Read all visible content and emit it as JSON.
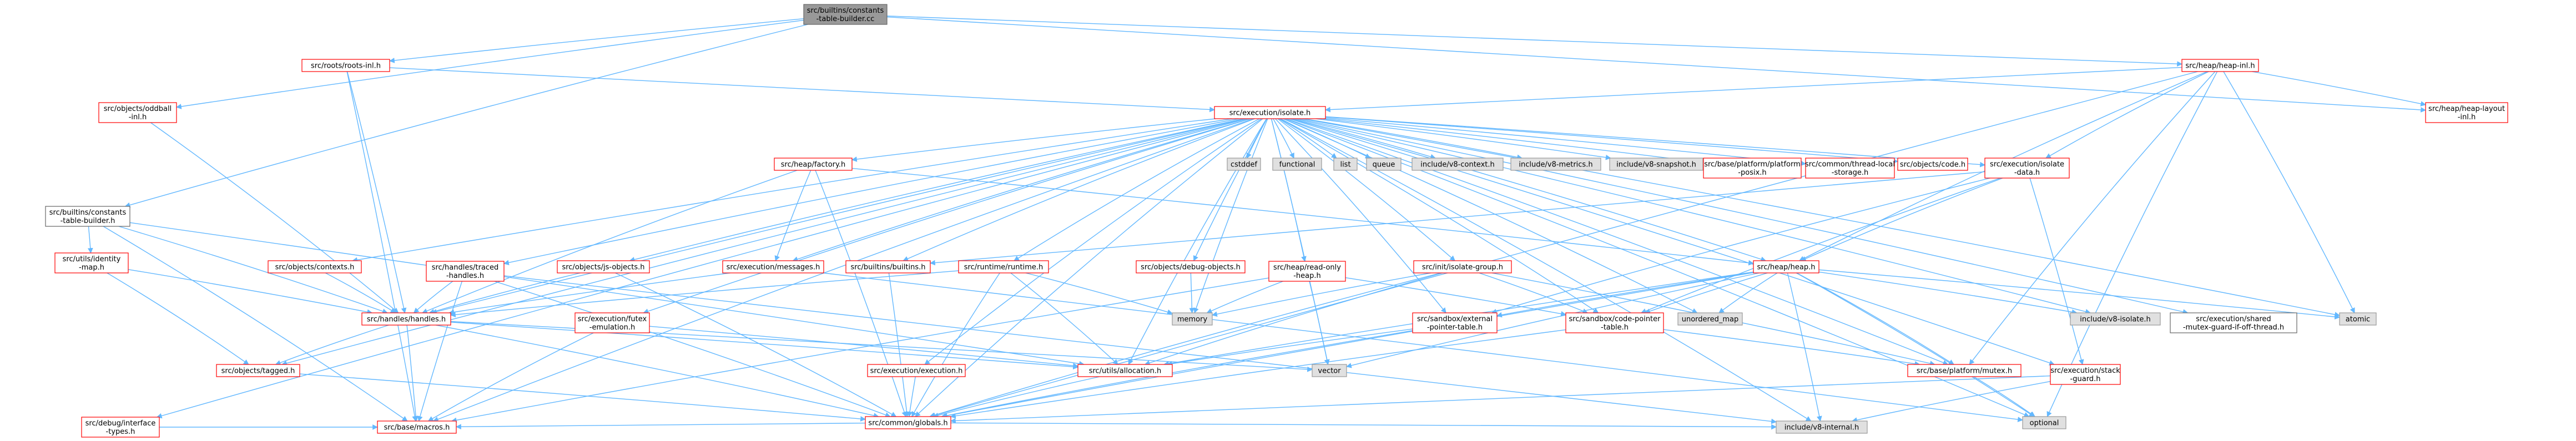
{
  "colors": {
    "edge": "#63b8ff",
    "root_fill": "#999999",
    "root_stroke": "#666666",
    "doc_stroke": "#ff0000",
    "plain_stroke": "#666666",
    "system_fill": "#e0e0e0",
    "system_stroke": "#999999",
    "background": "#ffffff"
  },
  "nodes": [
    {
      "id": "root",
      "style": "root",
      "lines": [
        "src/builtins/constants",
        "-table-builder.cc"
      ]
    },
    {
      "id": "roots_inl",
      "style": "doc",
      "lines": [
        "src/roots/roots-inl.h"
      ]
    },
    {
      "id": "heap_inl",
      "style": "doc",
      "lines": [
        "src/heap/heap-inl.h"
      ]
    },
    {
      "id": "oddball_inl",
      "style": "doc",
      "lines": [
        "src/objects/oddball",
        "-inl.h"
      ]
    },
    {
      "id": "heap_layout_inl",
      "style": "doc",
      "lines": [
        "src/heap/heap-layout",
        "-inl.h"
      ]
    },
    {
      "id": "isolate_h",
      "style": "doc",
      "lines": [
        "src/execution/isolate.h"
      ]
    },
    {
      "id": "ctb_h",
      "style": "plain",
      "lines": [
        "src/builtins/constants",
        "-table-builder.h"
      ]
    },
    {
      "id": "cstddef",
      "style": "system",
      "lines": [
        "cstddef"
      ]
    },
    {
      "id": "functional",
      "style": "system",
      "lines": [
        "functional"
      ]
    },
    {
      "id": "list",
      "style": "system",
      "lines": [
        "list"
      ]
    },
    {
      "id": "queue",
      "style": "system",
      "lines": [
        "queue"
      ]
    },
    {
      "id": "v8_context",
      "style": "system",
      "lines": [
        "include/v8-context.h"
      ]
    },
    {
      "id": "v8_metrics",
      "style": "system",
      "lines": [
        "include/v8-metrics.h"
      ]
    },
    {
      "id": "v8_snapshot",
      "style": "system",
      "lines": [
        "include/v8-snapshot.h"
      ]
    },
    {
      "id": "platform_posix",
      "style": "doc",
      "lines": [
        "src/base/platform/platform",
        "-posix.h"
      ]
    },
    {
      "id": "thread_local",
      "style": "doc",
      "lines": [
        "src/common/thread-local",
        "-storage.h"
      ]
    },
    {
      "id": "code_h",
      "style": "doc",
      "lines": [
        "src/objects/code.h"
      ]
    },
    {
      "id": "isolate_data",
      "style": "doc",
      "lines": [
        "src/execution/isolate",
        "-data.h"
      ]
    },
    {
      "id": "heap_factory",
      "style": "doc",
      "lines": [
        "src/heap/factory.h"
      ]
    },
    {
      "id": "identity_map",
      "style": "doc",
      "lines": [
        "src/utils/identity",
        "-map.h"
      ]
    },
    {
      "id": "contexts_h",
      "style": "doc",
      "lines": [
        "src/objects/contexts.h"
      ]
    },
    {
      "id": "traced_handles",
      "style": "doc",
      "lines": [
        "src/handles/traced",
        "-handles.h"
      ]
    },
    {
      "id": "js_objects",
      "style": "doc",
      "lines": [
        "src/objects/js-objects.h"
      ]
    },
    {
      "id": "messages_h",
      "style": "doc",
      "lines": [
        "src/execution/messages.h"
      ]
    },
    {
      "id": "builtins_h",
      "style": "doc",
      "lines": [
        "src/builtins/builtins.h"
      ]
    },
    {
      "id": "runtime_h",
      "style": "doc",
      "lines": [
        "src/runtime/runtime.h"
      ]
    },
    {
      "id": "debug_objects",
      "style": "doc",
      "lines": [
        "src/objects/debug-objects.h"
      ]
    },
    {
      "id": "read_only_heap",
      "style": "doc",
      "lines": [
        "src/heap/read-only",
        "-heap.h"
      ]
    },
    {
      "id": "isolate_group",
      "style": "doc",
      "lines": [
        "src/init/isolate-group.h"
      ]
    },
    {
      "id": "heap_h",
      "style": "doc",
      "lines": [
        "src/heap/heap.h"
      ]
    },
    {
      "id": "handles_h",
      "style": "doc",
      "lines": [
        "src/handles/handles.h"
      ]
    },
    {
      "id": "futex_emulation",
      "style": "doc",
      "lines": [
        "src/execution/futex",
        "-emulation.h"
      ]
    },
    {
      "id": "memory",
      "style": "system",
      "lines": [
        "memory"
      ]
    },
    {
      "id": "external_pointer",
      "style": "doc",
      "lines": [
        "src/sandbox/external",
        "-pointer-table.h"
      ]
    },
    {
      "id": "code_pointer",
      "style": "doc",
      "lines": [
        "src/sandbox/code-pointer",
        "-table.h"
      ]
    },
    {
      "id": "unordered_map",
      "style": "system",
      "lines": [
        "unordered_map"
      ]
    },
    {
      "id": "v8_isolate",
      "style": "system",
      "lines": [
        "include/v8-isolate.h"
      ]
    },
    {
      "id": "shared_mutex",
      "style": "plain",
      "lines": [
        "src/execution/shared",
        "-mutex-guard-if-off-thread.h"
      ]
    },
    {
      "id": "atomic",
      "style": "system",
      "lines": [
        "atomic"
      ]
    },
    {
      "id": "tagged_h",
      "style": "doc",
      "lines": [
        "src/objects/tagged.h"
      ]
    },
    {
      "id": "vector",
      "style": "system",
      "lines": [
        "vector"
      ]
    },
    {
      "id": "allocation_h",
      "style": "doc",
      "lines": [
        "src/utils/allocation.h"
      ]
    },
    {
      "id": "execution_h",
      "style": "doc",
      "lines": [
        "src/execution/execution.h"
      ]
    },
    {
      "id": "mutex_h",
      "style": "doc",
      "lines": [
        "src/base/platform/mutex.h"
      ]
    },
    {
      "id": "stack_guard",
      "style": "doc",
      "lines": [
        "src/execution/stack",
        "-guard.h"
      ]
    },
    {
      "id": "debug_interface",
      "style": "doc",
      "lines": [
        "src/debug/interface",
        "-types.h"
      ]
    },
    {
      "id": "globals_h",
      "style": "doc",
      "lines": [
        "src/common/globals.h"
      ]
    },
    {
      "id": "optional",
      "style": "system",
      "lines": [
        "optional"
      ]
    },
    {
      "id": "macros_h",
      "style": "doc",
      "lines": [
        "src/base/macros.h"
      ]
    },
    {
      "id": "v8_internal",
      "style": "system",
      "lines": [
        "include/v8-internal.h"
      ]
    }
  ],
  "edges": [
    [
      "root",
      "roots_inl"
    ],
    [
      "root",
      "heap_inl"
    ],
    [
      "root",
      "oddball_inl"
    ],
    [
      "root",
      "heap_layout_inl"
    ],
    [
      "root",
      "ctb_h"
    ],
    [
      "roots_inl",
      "isolate_h"
    ],
    [
      "roots_inl",
      "handles_h"
    ],
    [
      "roots_inl",
      "macros_h"
    ],
    [
      "heap_inl",
      "isolate_h"
    ],
    [
      "heap_inl",
      "heap_layout_inl"
    ],
    [
      "heap_inl",
      "isolate_data"
    ],
    [
      "heap_inl",
      "heap_h"
    ],
    [
      "heap_inl",
      "atomic"
    ],
    [
      "heap_inl",
      "optional"
    ],
    [
      "heap_inl",
      "mutex_h"
    ],
    [
      "heap_inl",
      "globals_h"
    ],
    [
      "oddball_inl",
      "handles_h"
    ],
    [
      "isolate_h",
      "cstddef"
    ],
    [
      "isolate_h",
      "functional"
    ],
    [
      "isolate_h",
      "list"
    ],
    [
      "isolate_h",
      "queue"
    ],
    [
      "isolate_h",
      "v8_context"
    ],
    [
      "isolate_h",
      "v8_metrics"
    ],
    [
      "isolate_h",
      "v8_snapshot"
    ],
    [
      "isolate_h",
      "platform_posix"
    ],
    [
      "isolate_h",
      "thread_local"
    ],
    [
      "isolate_h",
      "code_h"
    ],
    [
      "isolate_h",
      "isolate_data"
    ],
    [
      "isolate_h",
      "heap_factory"
    ],
    [
      "isolate_h",
      "contexts_h"
    ],
    [
      "isolate_h",
      "traced_handles"
    ],
    [
      "isolate_h",
      "js_objects"
    ],
    [
      "isolate_h",
      "messages_h"
    ],
    [
      "isolate_h",
      "builtins_h"
    ],
    [
      "isolate_h",
      "runtime_h"
    ],
    [
      "isolate_h",
      "debug_objects"
    ],
    [
      "isolate_h",
      "read_only_heap"
    ],
    [
      "isolate_h",
      "isolate_group"
    ],
    [
      "isolate_h",
      "heap_h"
    ],
    [
      "isolate_h",
      "handles_h"
    ],
    [
      "isolate_h",
      "futex_emulation"
    ],
    [
      "isolate_h",
      "execution_h"
    ],
    [
      "isolate_h",
      "allocation_h"
    ],
    [
      "isolate_h",
      "globals_h"
    ],
    [
      "isolate_h",
      "v8_isolate"
    ],
    [
      "isolate_h",
      "shared_mutex"
    ],
    [
      "isolate_h",
      "stack_guard"
    ],
    [
      "isolate_h",
      "mutex_h"
    ],
    [
      "isolate_h",
      "atomic"
    ],
    [
      "isolate_h",
      "memory"
    ],
    [
      "isolate_h",
      "unordered_map"
    ],
    [
      "isolate_h",
      "vector"
    ],
    [
      "isolate_h",
      "optional"
    ],
    [
      "isolate_h",
      "tagged_h"
    ],
    [
      "isolate_h",
      "debug_interface"
    ],
    [
      "isolate_h",
      "v8_internal"
    ],
    [
      "isolate_h",
      "macros_h"
    ],
    [
      "isolate_h",
      "code_pointer"
    ],
    [
      "isolate_h",
      "external_pointer"
    ],
    [
      "ctb_h",
      "identity_map"
    ],
    [
      "ctb_h",
      "handles_h"
    ],
    [
      "ctb_h",
      "allocation_h"
    ],
    [
      "ctb_h",
      "macros_h"
    ],
    [
      "isolate_data",
      "builtins_h"
    ],
    [
      "isolate_data",
      "heap_h"
    ],
    [
      "isolate_data",
      "stack_guard"
    ],
    [
      "isolate_data",
      "code_pointer"
    ],
    [
      "isolate_data",
      "external_pointer"
    ],
    [
      "heap_factory",
      "handles_h"
    ],
    [
      "heap_factory",
      "messages_h"
    ],
    [
      "heap_factory",
      "heap_h"
    ],
    [
      "heap_factory",
      "globals_h"
    ],
    [
      "identity_map",
      "handles_h"
    ],
    [
      "identity_map",
      "tagged_h"
    ],
    [
      "contexts_h",
      "handles_h"
    ],
    [
      "traced_handles",
      "handles_h"
    ],
    [
      "traced_handles",
      "globals_h"
    ],
    [
      "traced_handles",
      "macros_h"
    ],
    [
      "traced_handles",
      "v8_internal"
    ],
    [
      "js_objects",
      "handles_h"
    ],
    [
      "js_objects",
      "globals_h"
    ],
    [
      "messages_h",
      "handles_h"
    ],
    [
      "messages_h",
      "optional"
    ],
    [
      "builtins_h",
      "globals_h"
    ],
    [
      "runtime_h",
      "handles_h"
    ],
    [
      "runtime_h",
      "allocation_h"
    ],
    [
      "runtime_h",
      "memory"
    ],
    [
      "runtime_h",
      "globals_h"
    ],
    [
      "debug_objects",
      "memory"
    ],
    [
      "read_only_heap",
      "memory"
    ],
    [
      "read_only_heap",
      "vector"
    ],
    [
      "read_only_heap",
      "code_pointer"
    ],
    [
      "read_only_heap",
      "macros_h"
    ],
    [
      "isolate_group",
      "memory"
    ],
    [
      "isolate_group",
      "code_pointer"
    ],
    [
      "isolate_group",
      "mutex_h"
    ],
    [
      "isolate_group",
      "allocation_h"
    ],
    [
      "isolate_group",
      "globals_h"
    ],
    [
      "heap_h",
      "unordered_map"
    ],
    [
      "heap_h",
      "v8_isolate"
    ],
    [
      "heap_h",
      "atomic"
    ],
    [
      "heap_h",
      "external_pointer"
    ],
    [
      "heap_h",
      "code_pointer"
    ],
    [
      "heap_h",
      "vector"
    ],
    [
      "heap_h",
      "allocation_h"
    ],
    [
      "heap_h",
      "mutex_h"
    ],
    [
      "heap_h",
      "optional"
    ],
    [
      "heap_h",
      "globals_h"
    ],
    [
      "heap_h",
      "v8_internal"
    ],
    [
      "handles_h",
      "tagged_h"
    ],
    [
      "handles_h",
      "vector"
    ],
    [
      "handles_h",
      "allocation_h"
    ],
    [
      "handles_h",
      "globals_h"
    ],
    [
      "handles_h",
      "macros_h"
    ],
    [
      "futex_emulation",
      "allocation_h"
    ],
    [
      "futex_emulation",
      "macros_h"
    ],
    [
      "external_pointer",
      "allocation_h"
    ],
    [
      "external_pointer",
      "globals_h"
    ],
    [
      "code_pointer",
      "globals_h"
    ],
    [
      "code_pointer",
      "mutex_h"
    ],
    [
      "tagged_h",
      "globals_h"
    ],
    [
      "execution_h",
      "globals_h"
    ],
    [
      "mutex_h",
      "optional"
    ],
    [
      "stack_guard",
      "globals_h"
    ],
    [
      "stack_guard",
      "v8_internal"
    ],
    [
      "debug_interface",
      "macros_h"
    ],
    [
      "allocation_h",
      "globals_h"
    ],
    [
      "globals_h",
      "macros_h"
    ],
    [
      "globals_h",
      "v8_internal"
    ]
  ]
}
